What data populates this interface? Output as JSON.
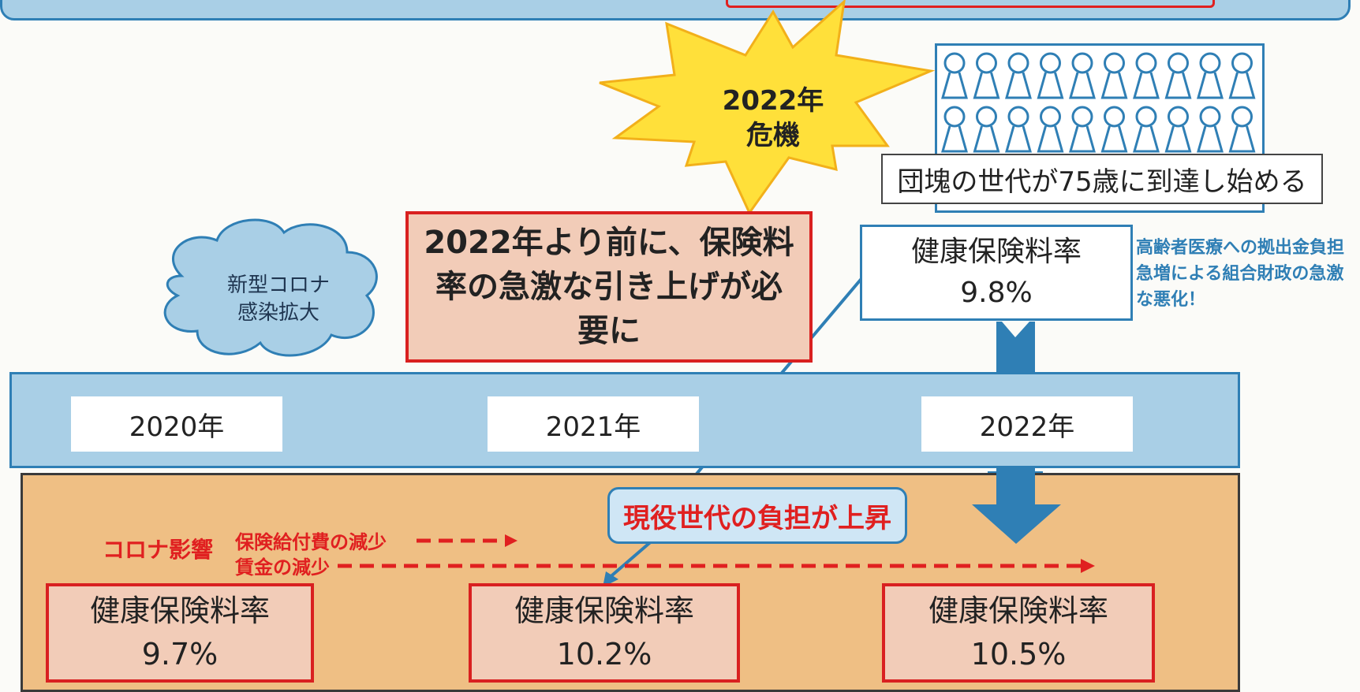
{
  "crisis_burst": {
    "line1": "2022年",
    "line2": "危機"
  },
  "baby_boomers_caption": "団塊の世代が75歳に到達し始める",
  "premium_raise_box": "2022年より前に、保険料率の急激な引き上げが必要に",
  "covid_cloud": {
    "line1": "新型コロナ",
    "line2": "感染拡大"
  },
  "rate_2022_box": {
    "label": "健康保険料率",
    "value": "9.8%"
  },
  "elderly_note": "高齢者医療への拠出金負担急増による組合財政の急激な悪化！",
  "timeline": {
    "years": [
      "2020年",
      "2021年",
      "2022年"
    ]
  },
  "burden_bubble": "現役世代の負担が上昇",
  "covid_effect": {
    "label": "コロナ影響",
    "items": [
      "保険給付費の減少",
      "賃金の減少"
    ]
  },
  "bottom_rates": [
    {
      "label": "健康保険料率",
      "value": "9.7%"
    },
    {
      "label": "健康保険料率",
      "value": "10.2%"
    },
    {
      "label": "健康保険料率",
      "value": "10.5%"
    }
  ],
  "colors": {
    "blue": "#2f7fb5",
    "light_blue": "#a9cfe6",
    "red": "#e02020",
    "pink_fill": "#f2ccb8",
    "orange_fill": "#efbf84",
    "starburst": "#ffe03a"
  }
}
